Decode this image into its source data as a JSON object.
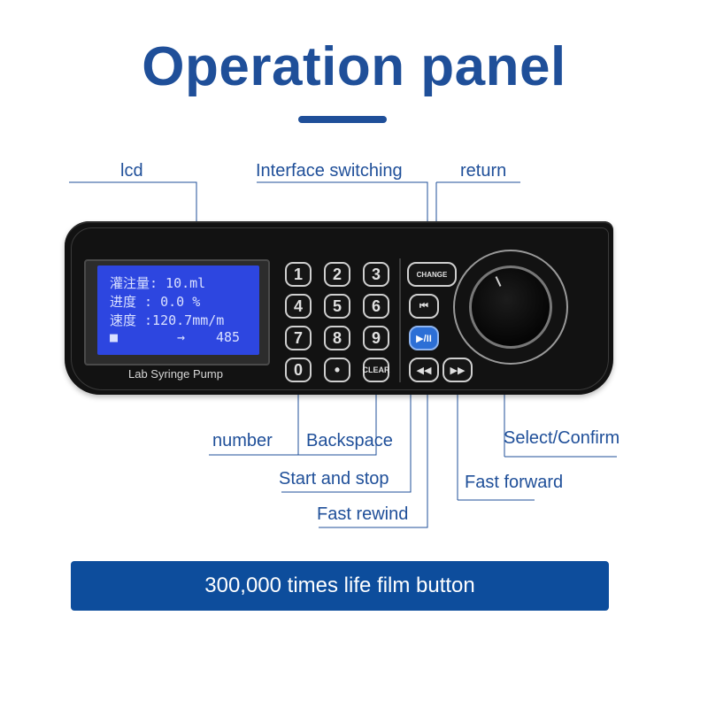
{
  "title": "Operation panel",
  "callouts": {
    "lcd": "lcd",
    "interface_switching": "Interface switching",
    "return": "return",
    "number": "number",
    "backspace": "Backspace",
    "select_confirm": "Select/Confirm",
    "start_stop": "Start and stop",
    "fast_forward": "Fast forward",
    "fast_rewind": "Fast rewind"
  },
  "lcd_screen": {
    "line1": "灌注量:   10.ml",
    "line2": "进度 :  0.0 %",
    "line3": "速度 :120.7mm/m",
    "line4_symbol": "■",
    "line4_arrow": "→",
    "line4_value": "485"
  },
  "device": {
    "brand": "Lab Syringe Pump",
    "keys": [
      "1",
      "2",
      "3",
      "4",
      "5",
      "6",
      "7",
      "8",
      "9",
      "0",
      "•",
      "CLEAR"
    ],
    "change_label": "CHANGE",
    "return_glyph": "⏮",
    "start_glyph": "▶/II",
    "rewind_glyph": "◀◀",
    "forward_glyph": "▶▶"
  },
  "banner": "300,000 times life film button",
  "colors": {
    "accent": "#1f4f99",
    "banner": "#0d4d9c",
    "lcd": "#2d46e0",
    "device": "#121212"
  }
}
